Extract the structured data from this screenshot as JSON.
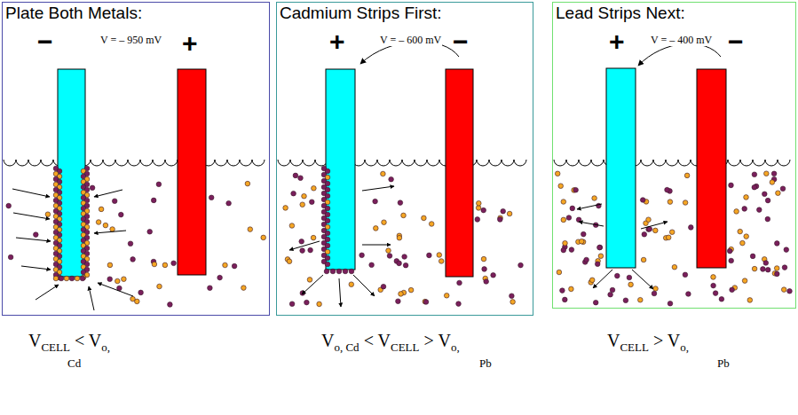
{
  "diagram": {
    "nodes": [
      {
        "text": [
          "Plate Both Metals:"
        ]
      },
      {
        "text": [
          "Cadmium Strips First:"
        ]
      },
      {
        "text": [
          "Lead Strips Next:"
        ]
      }
    ],
    "labels": [
      "−",
      "+",
      "V = – 950 mV",
      "+",
      "−",
      "V = – 600 mV",
      "+",
      "−",
      "V = – 400 mV",
      "V",
      "CELL",
      "< V",
      "o,",
      "Cd",
      "V",
      "o, Cd",
      "< V",
      "CELL",
      "> V",
      "o,",
      "Pb",
      "V",
      "CELL",
      "> V",
      "o,",
      "Pb"
    ]
  }
}
